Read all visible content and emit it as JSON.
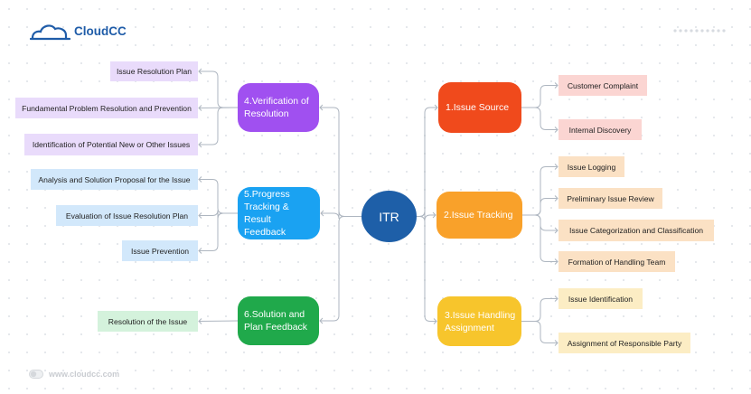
{
  "brand": {
    "name": "CloudCC",
    "website": "www.cloudcc.com"
  },
  "colors": {
    "center": "#1e5fa8",
    "issue_source": "#f04a1c",
    "issue_tracking": "#f9a12a",
    "issue_handling": "#f7c52c",
    "verification": "#a050f0",
    "progress": "#1aa2f2",
    "solution": "#20a94b",
    "leaf_red": "#fbd5d2",
    "leaf_orange": "#fbe1c4",
    "leaf_yellow": "#fcedc4",
    "leaf_purple": "#e9dbfb",
    "leaf_blue": "#d2e8fb",
    "leaf_green": "#d4f2dc",
    "connector": "#aeb6c0"
  },
  "center": {
    "label": "ITR"
  },
  "branches": [
    {
      "id": "issue-source",
      "label": "1.Issue Source",
      "side": "right",
      "children": [
        "Customer Complaint",
        "Internal Discovery"
      ]
    },
    {
      "id": "issue-tracking",
      "label": "2.Issue Tracking",
      "side": "right",
      "children": [
        "Issue Logging",
        "Preliminary Issue Review",
        "Issue Categorization and Classification",
        "Formation of Handling Team"
      ]
    },
    {
      "id": "issue-handling",
      "label": "3.Issue Handling Assignment",
      "side": "right",
      "children": [
        "Issue Identification",
        "Assignment of Responsible Party"
      ]
    },
    {
      "id": "verification",
      "label": "4.Verification of Resolution",
      "side": "left",
      "children": [
        "Issue Resolution Plan",
        "Fundamental Problem Resolution and Prevention",
        "Identification of Potential New or Other Issues"
      ]
    },
    {
      "id": "progress",
      "label": "5.Progress Tracking & Result Feedback",
      "side": "left",
      "children": [
        "Analysis and Solution Proposal for the Issue",
        "Evaluation of Issue Resolution Plan",
        "Issue Prevention"
      ]
    },
    {
      "id": "solution",
      "label": "6.Solution and Plan Feedback",
      "side": "left",
      "children": [
        "Resolution of the Issue"
      ]
    }
  ]
}
